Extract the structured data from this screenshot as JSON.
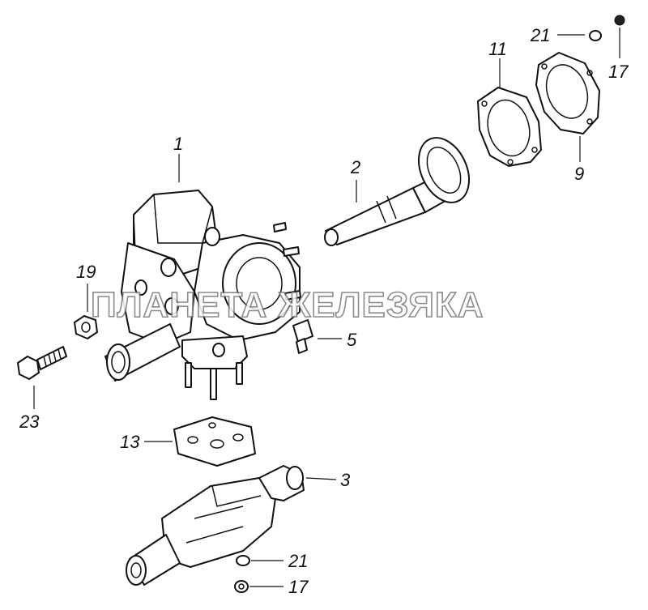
{
  "watermark": "ПЛАНЕТА ЖЕЛЕЗЯКА",
  "callouts": {
    "c1": "1",
    "c2": "2",
    "c3": "3",
    "c5": "5",
    "c9": "9",
    "c11": "11",
    "c13": "13",
    "c17a": "17",
    "c17b": "17",
    "c19": "19",
    "c21a": "21",
    "c21b": "21",
    "c23": "23"
  }
}
